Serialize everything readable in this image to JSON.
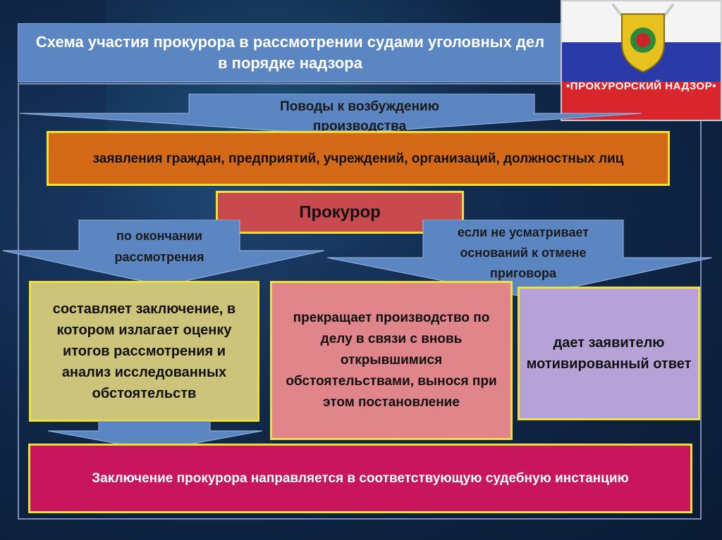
{
  "title": "Схема участия прокурора в рассмотрении судами уголовных дел в порядке надзора",
  "logo": {
    "caption": "•ПРОКУРОРСКИЙ НАДЗОР•"
  },
  "arrow_top": {
    "label": "Поводы к возбуждению производства"
  },
  "grounds_box": "заявления граждан, предприятий, учреждений, организаций, должностных лиц",
  "prosecutor_box": "Прокурор",
  "arrow_left": {
    "label": "по окончании рассмотрения"
  },
  "arrow_right": {
    "label": "если не усматривает оснований к отмене приговора"
  },
  "box_conclusion": "составляет заключение, в котором излагает оценку итогов рассмотрения и анализ исследованных обстоятельств",
  "box_terminate": "прекращает производство по делу в связи с вновь открывшимися обстоятельствами, вынося при этом постановление",
  "box_answer": "дает заявителю мотивированный ответ",
  "bottom_box": "Заключение прокурора направляется в соответствующую судебную инстанцию",
  "colors": {
    "arrow": "#5b86c2",
    "title_bg": "#5b86c2",
    "border": "#f0e03a"
  }
}
